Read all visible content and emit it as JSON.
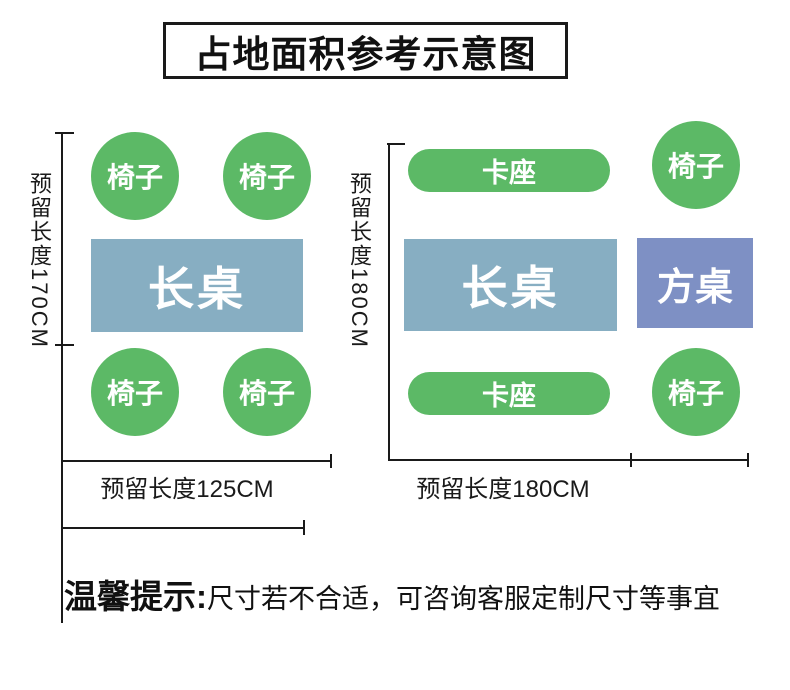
{
  "title": "占地面积参考示意图",
  "left_layout": {
    "dim_vertical": "预留长度170CM",
    "dim_horizontal": "预留长度125CM",
    "chairs": [
      "椅子",
      "椅子",
      "椅子",
      "椅子"
    ],
    "table_label": "长桌"
  },
  "right_layout": {
    "dim_vertical": "预留长度180CM",
    "dim_horizontal": "预留长度180CM",
    "booth_top": "卡座",
    "booth_bottom": "卡座",
    "chair_top": "椅子",
    "chair_bottom": "椅子",
    "long_table_label": "长桌",
    "square_table_label": "方桌"
  },
  "note": {
    "prefix": "温馨提示:",
    "text": "尺寸若不合适，可咨询客服定制尺寸等事宜"
  },
  "colors": {
    "chair_green": "#5cb966",
    "table_blue": "#87aec2",
    "square_table_purple": "#7e90c4",
    "line_black": "#1a1a1a"
  }
}
